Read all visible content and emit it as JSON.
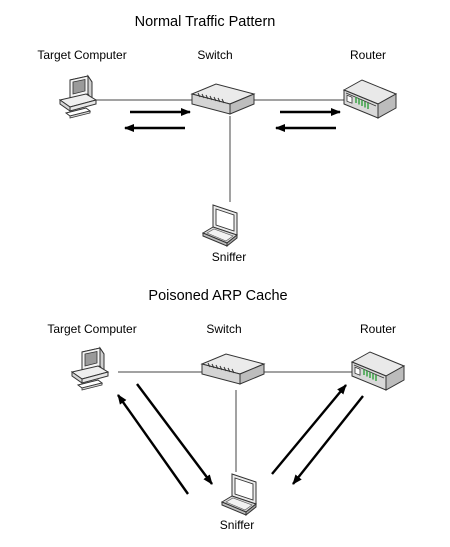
{
  "diagrams": [
    {
      "title": "Normal Traffic Pattern",
      "nodes": {
        "target": "Target Computer",
        "switch": "Switch",
        "router": "Router",
        "sniffer": "Sniffer"
      }
    },
    {
      "title": "Poisoned ARP Cache",
      "nodes": {
        "target": "Target Computer",
        "switch": "Switch",
        "router": "Router",
        "sniffer": "Sniffer"
      }
    }
  ]
}
